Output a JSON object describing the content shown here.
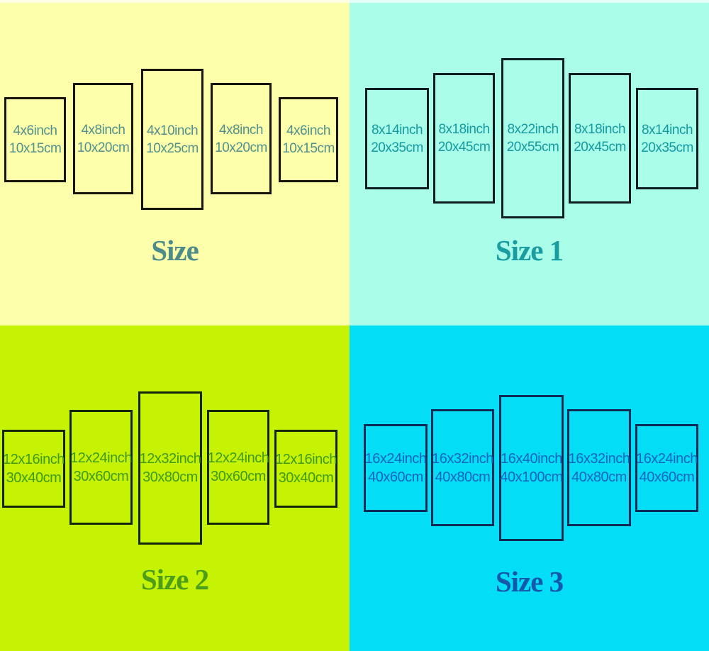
{
  "quadrants": [
    {
      "title": "Size",
      "colors": {
        "background": "#FEFFAB",
        "text": "#4F918C",
        "title": "#4E8C8B",
        "border": "#16160C"
      },
      "panels": [
        {
          "inch": "4x6inch",
          "cm": "10x15cm"
        },
        {
          "inch": "4x8inch",
          "cm": "10x20cm"
        },
        {
          "inch": "4x10inch",
          "cm": "10x25cm"
        },
        {
          "inch": "4x8inch",
          "cm": "10x20cm"
        },
        {
          "inch": "4x6inch",
          "cm": "10x15cm"
        }
      ]
    },
    {
      "title": "Size 1",
      "colors": {
        "background": "#A9FDE9",
        "text": "#149AA0",
        "title": "#1A9CA0",
        "border": "#0B1D1F"
      },
      "panels": [
        {
          "inch": "8x14inch",
          "cm": "20x35cm"
        },
        {
          "inch": "8x18inch",
          "cm": "20x45cm"
        },
        {
          "inch": "8x22inch",
          "cm": "20x55cm"
        },
        {
          "inch": "8x18inch",
          "cm": "20x45cm"
        },
        {
          "inch": "8x14inch",
          "cm": "20x35cm"
        }
      ]
    },
    {
      "title": "Size 2",
      "colors": {
        "background": "#C6F303",
        "text": "#3F9A1E",
        "title": "#4C9E1A",
        "border": "#132706"
      },
      "panels": [
        {
          "inch": "12x16inch",
          "cm": "30x40cm"
        },
        {
          "inch": "12x24inch",
          "cm": "30x60cm"
        },
        {
          "inch": "12x32inch",
          "cm": "30x80cm"
        },
        {
          "inch": "12x24inch",
          "cm": "30x60cm"
        },
        {
          "inch": "12x16inch",
          "cm": "30x40cm"
        }
      ]
    },
    {
      "title": "Size 3",
      "colors": {
        "background": "#04DDF6",
        "text": "#1465BF",
        "title": "#1458AE",
        "border": "#0D2C55"
      },
      "panels": [
        {
          "inch": "16x24inch",
          "cm": "40x60cm"
        },
        {
          "inch": "16x32inch",
          "cm": "40x80cm"
        },
        {
          "inch": "16x40inch",
          "cm": "40x100cm"
        },
        {
          "inch": "16x32inch",
          "cm": "40x80cm"
        },
        {
          "inch": "16x24inch",
          "cm": "40x60cm"
        }
      ]
    }
  ]
}
